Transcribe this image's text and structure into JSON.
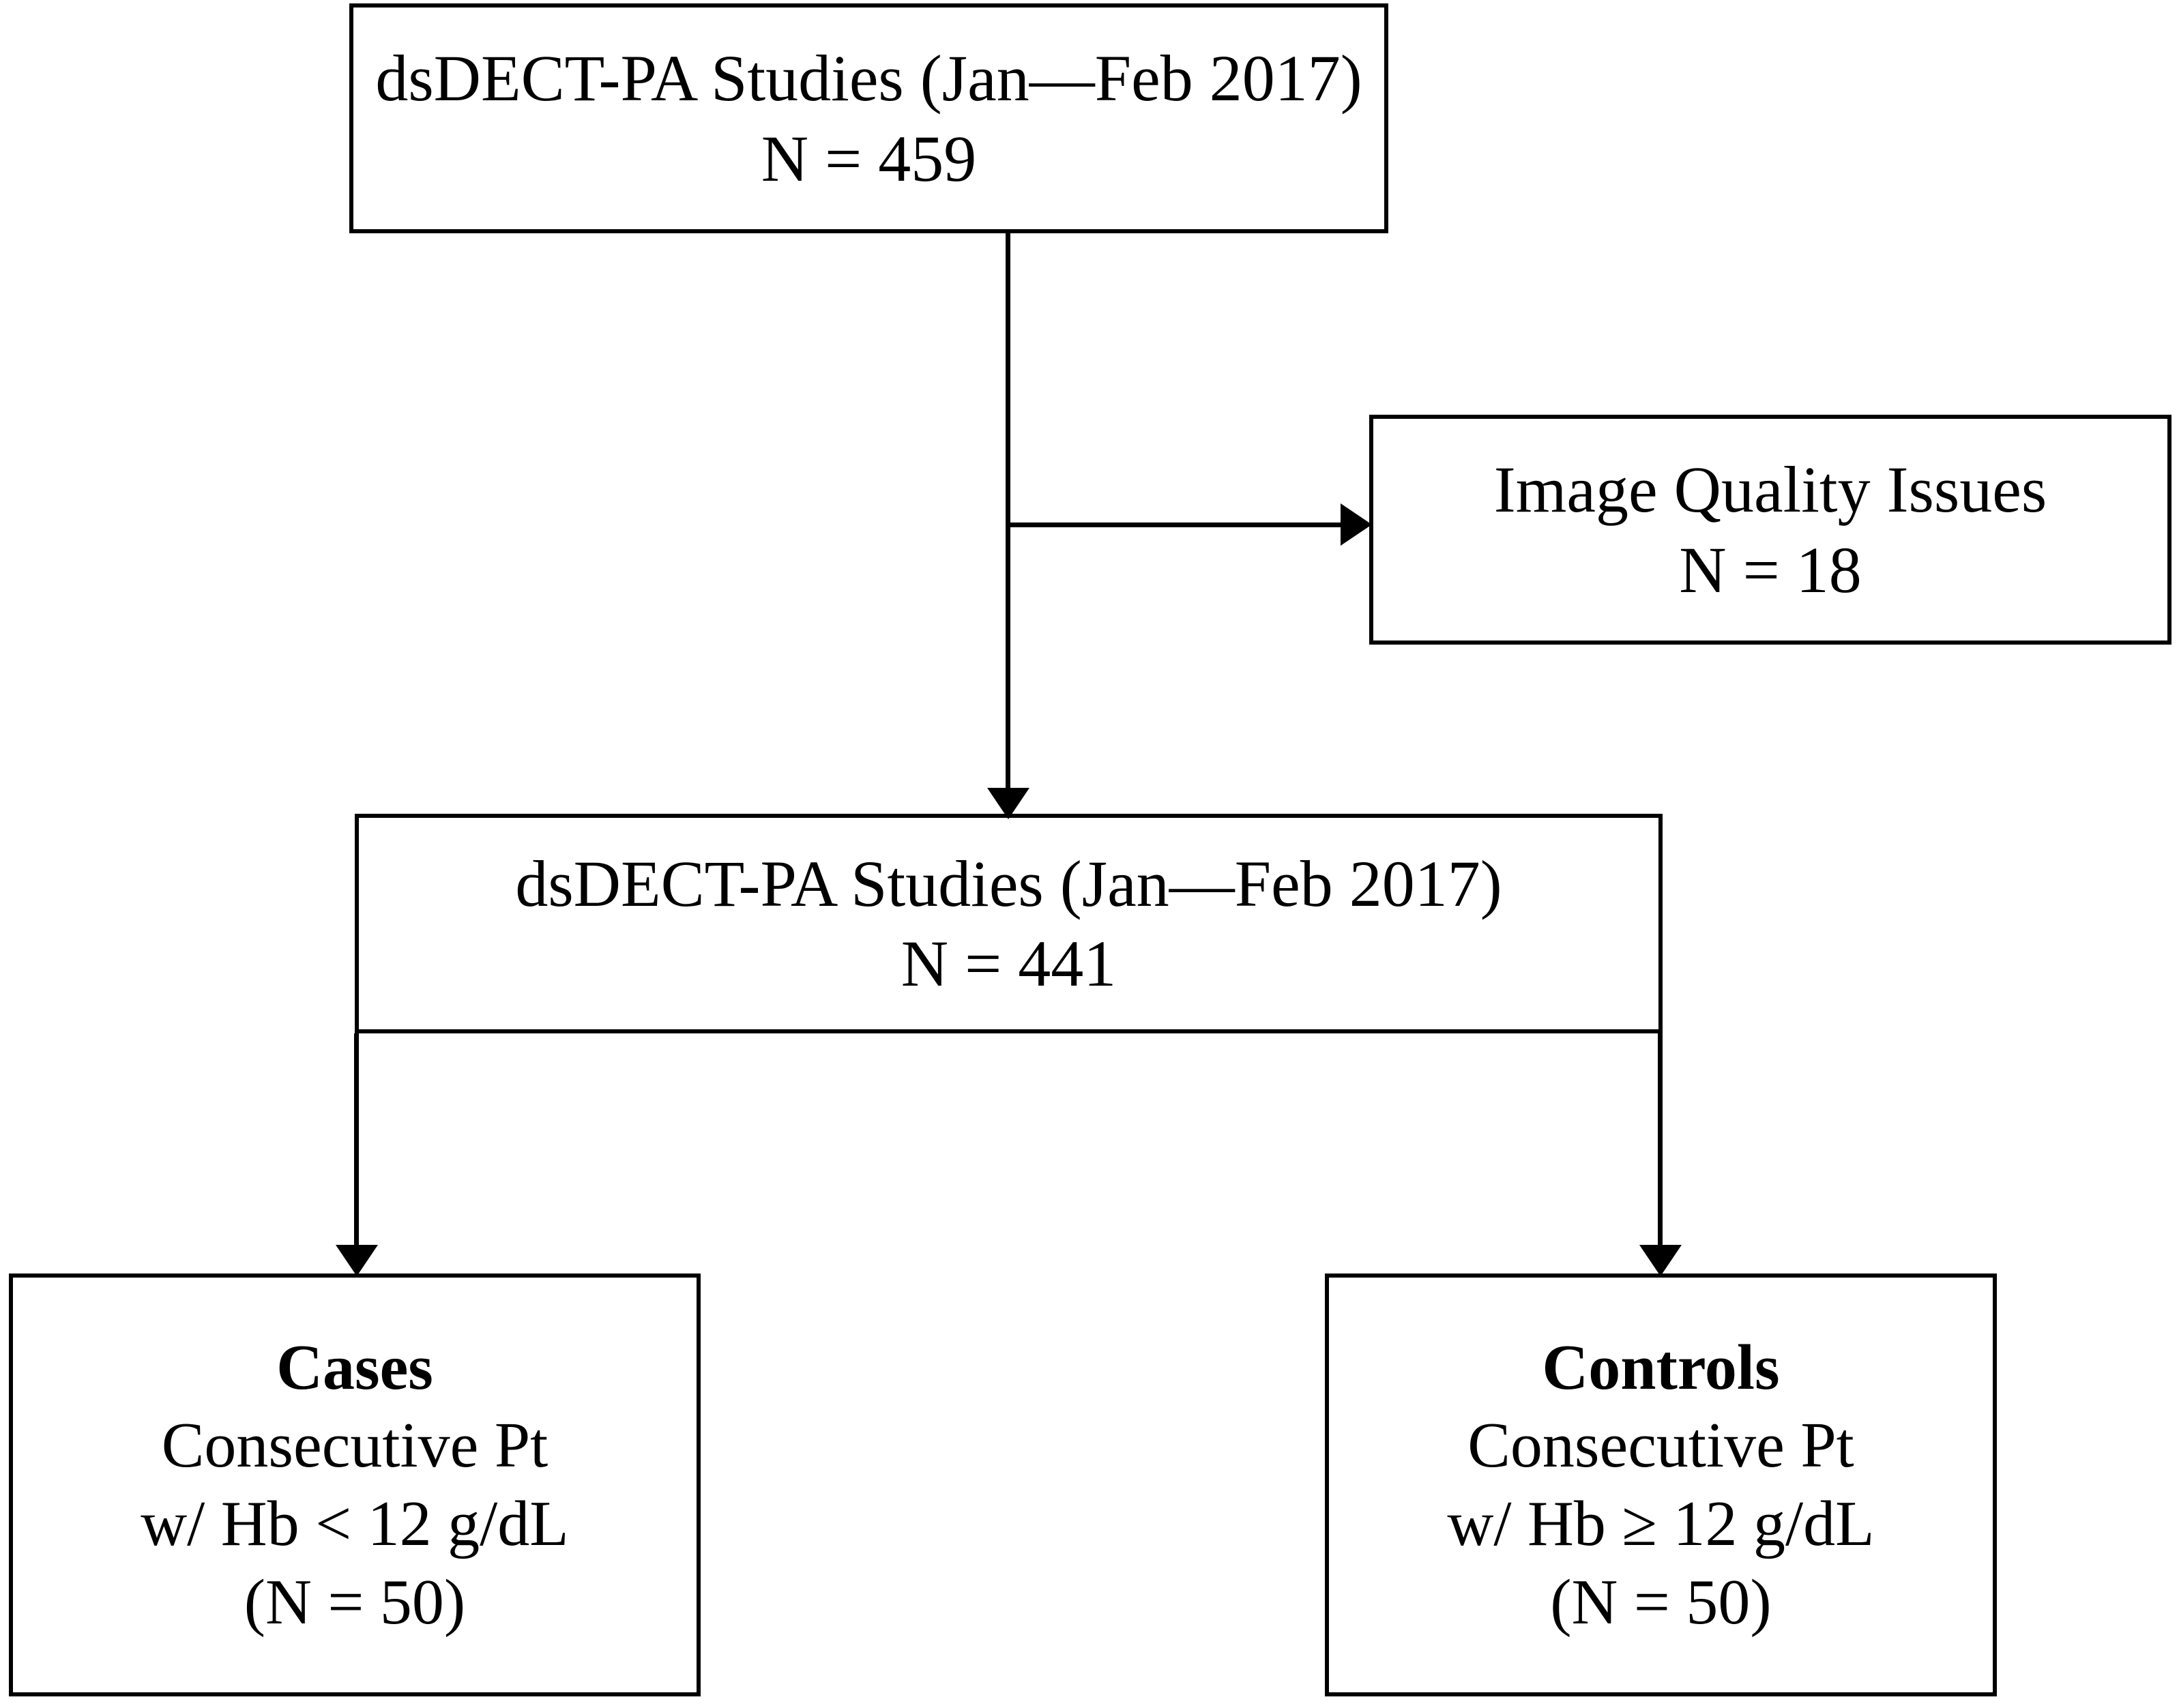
{
  "figure": {
    "type": "flowchart",
    "orientation": "top-down",
    "background_color": "#ffffff",
    "stroke_color": "#000000"
  },
  "nodes": {
    "source_studies": {
      "id": "source-studies",
      "line1": "dsDECT-PA Studies (Jan—Feb 2017)",
      "line2": "N = 459",
      "count": 459
    },
    "image_quality_issues": {
      "id": "image-quality-issues",
      "line1": "Image Quality Issues",
      "line2": "N = 18",
      "count": 18
    },
    "eligible_studies": {
      "id": "eligible-studies",
      "line1": "dsDECT-PA Studies (Jan—Feb 2017)",
      "line2": "N = 441",
      "count": 441
    },
    "cases": {
      "id": "cases",
      "title": "Cases",
      "line1": "Consecutive Pt",
      "line2": "w/ Hb < 12 g/dL",
      "line3": "(N = 50)",
      "count": 50
    },
    "controls": {
      "id": "controls",
      "title": "Controls",
      "line1": "Consecutive Pt",
      "line2": "w/ Hb ≥ 12 g/dL",
      "line3": "(N = 50)",
      "count": 50
    }
  },
  "edges": [
    {
      "from": "source_studies",
      "to": "image_quality_issues",
      "label": ""
    },
    {
      "from": "source_studies",
      "to": "eligible_studies",
      "label": ""
    },
    {
      "from": "eligible_studies",
      "to": "cases",
      "label": ""
    },
    {
      "from": "eligible_studies",
      "to": "controls",
      "label": ""
    }
  ]
}
